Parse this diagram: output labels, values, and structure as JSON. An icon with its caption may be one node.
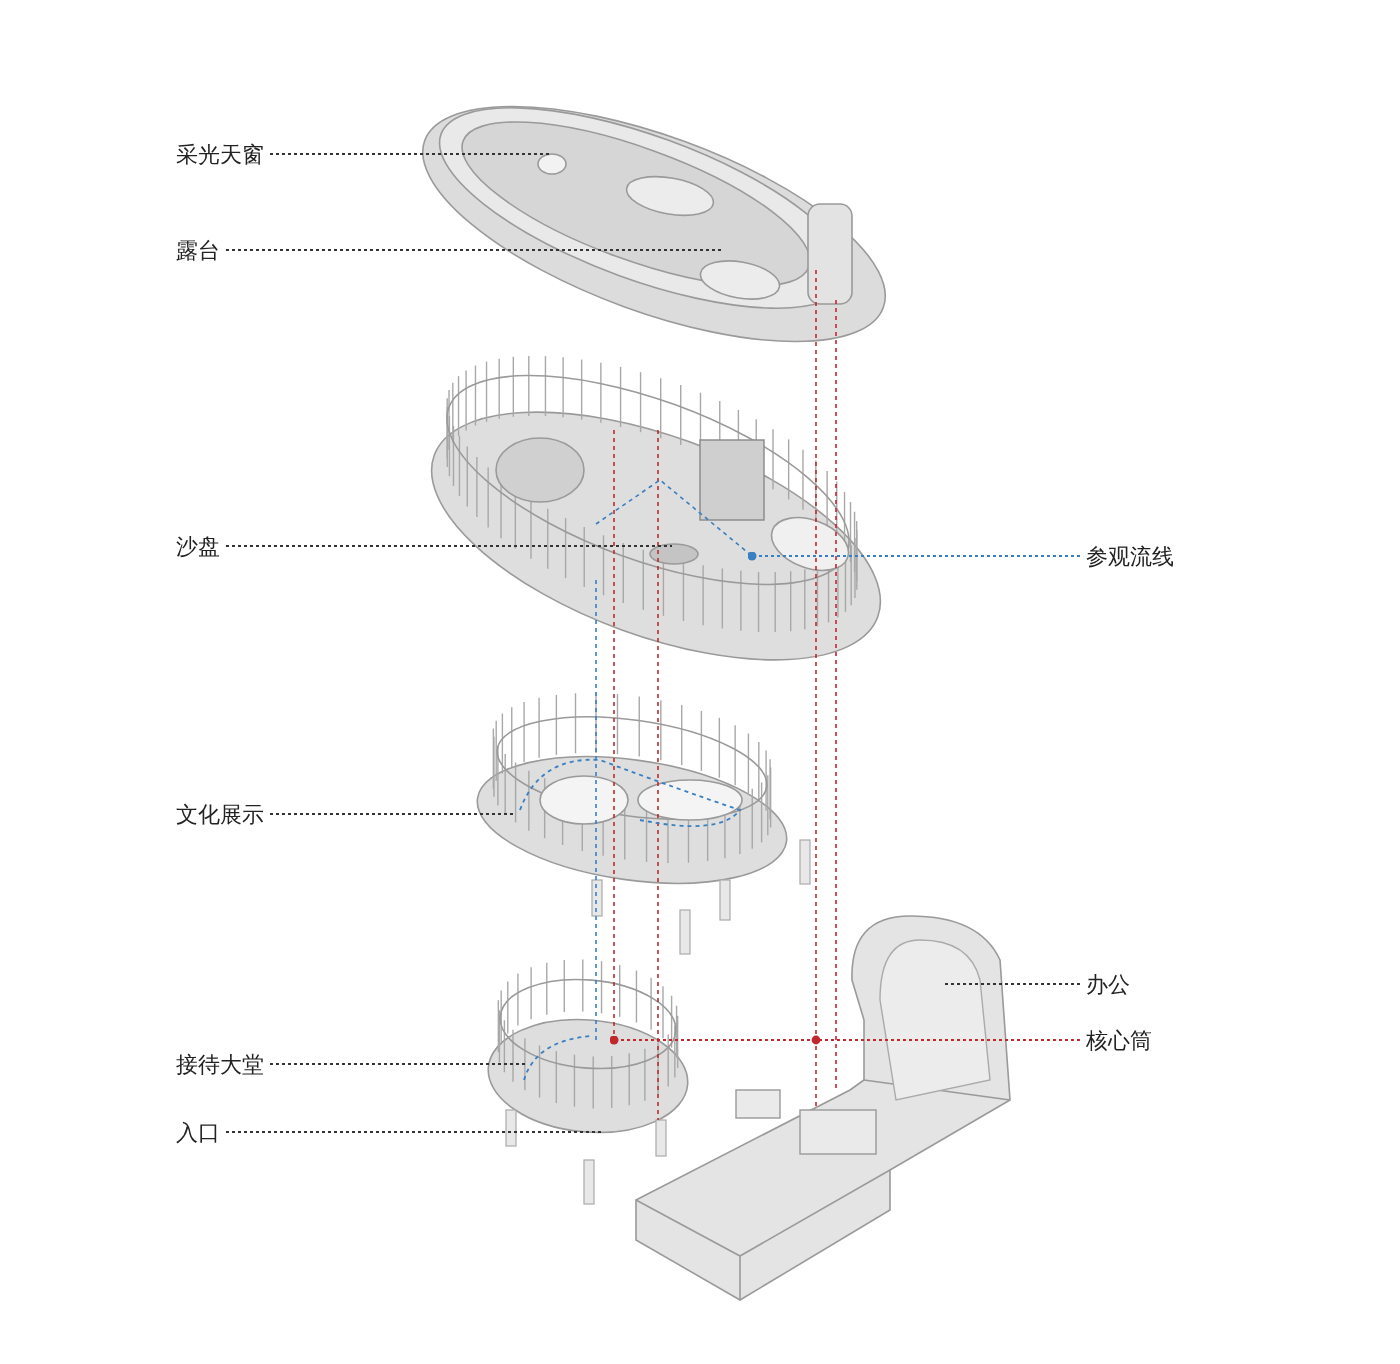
{
  "diagram": {
    "nodes": [
      {
        "text": [
          "采光天窗"
        ]
      },
      {
        "text": [
          "露台"
        ]
      },
      {
        "text": [
          "沙盘"
        ]
      },
      {
        "text": [
          "参观流线"
        ]
      },
      {
        "text": [
          "文化展示"
        ]
      },
      {
        "text": [
          "办公"
        ]
      },
      {
        "text": [
          "核心筒"
        ]
      },
      {
        "text": [
          "接待大堂"
        ]
      },
      {
        "text": [
          "入口"
        ]
      }
    ],
    "edges": [
      {
        "from": 0,
        "to": null,
        "arrow": "none"
      },
      {
        "from": 1,
        "to": null,
        "arrow": "none"
      },
      {
        "from": 2,
        "to": null,
        "arrow": "none"
      },
      {
        "from": 3,
        "to": null,
        "arrow": "other",
        "color": "#3a7fc1"
      },
      {
        "from": 4,
        "to": null,
        "arrow": "none"
      },
      {
        "from": 5,
        "to": null,
        "arrow": "none"
      },
      {
        "from": 6,
        "to": null,
        "arrow": "other",
        "color": "#c0282d"
      },
      {
        "from": 7,
        "to": null,
        "arrow": "none"
      },
      {
        "from": 8,
        "to": null,
        "arrow": "none"
      }
    ]
  }
}
